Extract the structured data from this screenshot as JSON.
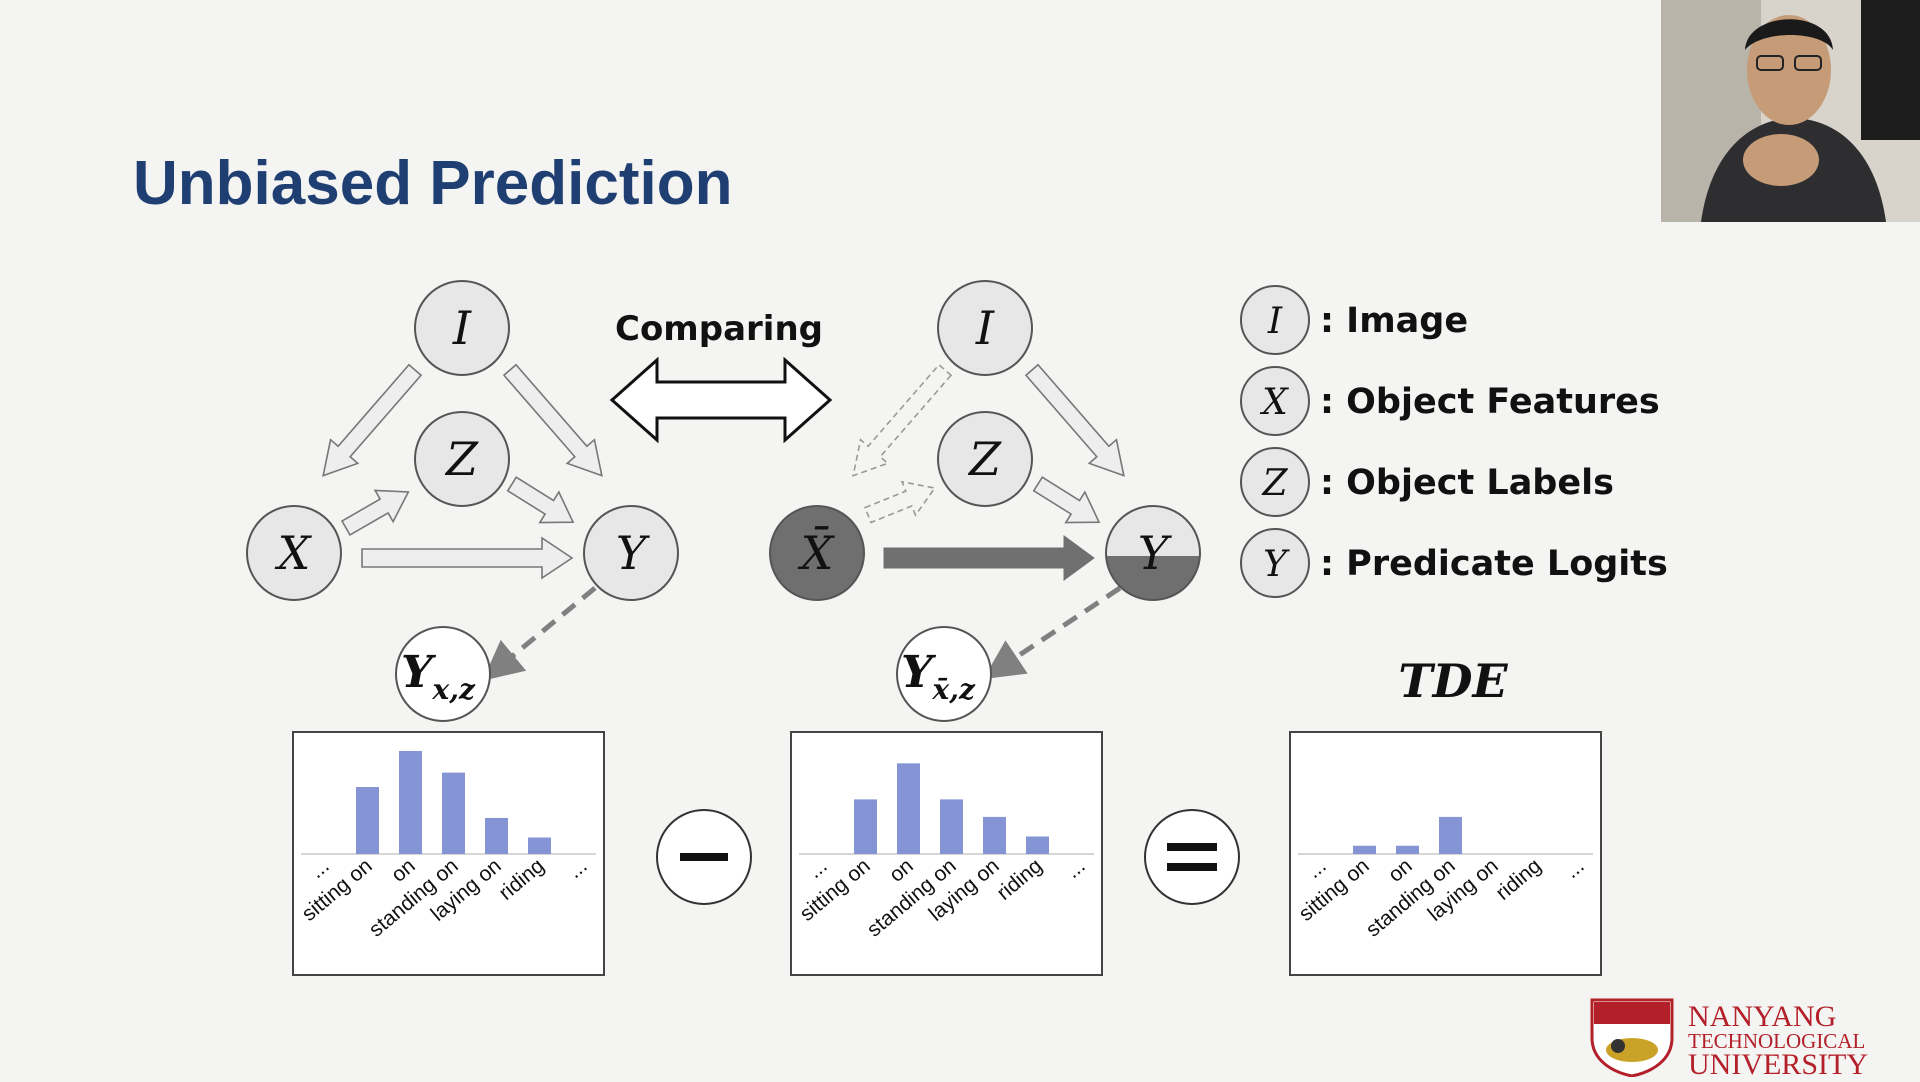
{
  "slide": {
    "title": "Unbiased Prediction",
    "comparing_label": "Comparing",
    "tde_label": "TDE",
    "minus_symbol": "−",
    "equals_symbol": "="
  },
  "left_graph": {
    "nodes": {
      "I": "I",
      "Z": "Z",
      "X": "X",
      "Y": "Y"
    },
    "output": {
      "main": "Y",
      "sub": "x,z"
    }
  },
  "right_graph": {
    "nodes": {
      "I": "I",
      "Z": "Z",
      "X": "X̄",
      "Y": "Y"
    },
    "output": {
      "main": "Y",
      "sub": "x̄,z"
    }
  },
  "legend": [
    {
      "symbol": "I",
      "text": ": Image"
    },
    {
      "symbol": "X",
      "text": ": Object Features"
    },
    {
      "symbol": "Z",
      "text": ": Object Labels"
    },
    {
      "symbol": "Y",
      "text": ": Predicate Logits"
    }
  ],
  "chart_data": [
    {
      "type": "bar",
      "categories": [
        "...",
        "sitting on",
        "on",
        "standing on",
        "laying on",
        "riding",
        "..."
      ],
      "values": [
        0,
        0.65,
        1.0,
        0.79,
        0.35,
        0.16,
        0
      ],
      "ylim": [
        0,
        1.1
      ]
    },
    {
      "type": "bar",
      "categories": [
        "...",
        "sitting on",
        "on",
        "standing on",
        "laying on",
        "riding",
        "..."
      ],
      "values": [
        0,
        0.53,
        0.88,
        0.53,
        0.36,
        0.17,
        0
      ],
      "ylim": [
        0,
        1.1
      ]
    },
    {
      "type": "bar",
      "categories": [
        "...",
        "sitting on",
        "on",
        "standing on",
        "laying on",
        "riding",
        "..."
      ],
      "values": [
        0,
        0.08,
        0.08,
        0.36,
        0,
        0,
        0
      ],
      "ylim": [
        0,
        1.1
      ]
    }
  ],
  "logo": {
    "line1": "NANYANG",
    "line2": "TECHNOLOGICAL",
    "line3": "UNIVERSITY"
  },
  "colors": {
    "title": "#1f3f73",
    "bar": "#8494d4",
    "dark_node": "#6f6f6f",
    "logo_red": "#b3202a"
  }
}
